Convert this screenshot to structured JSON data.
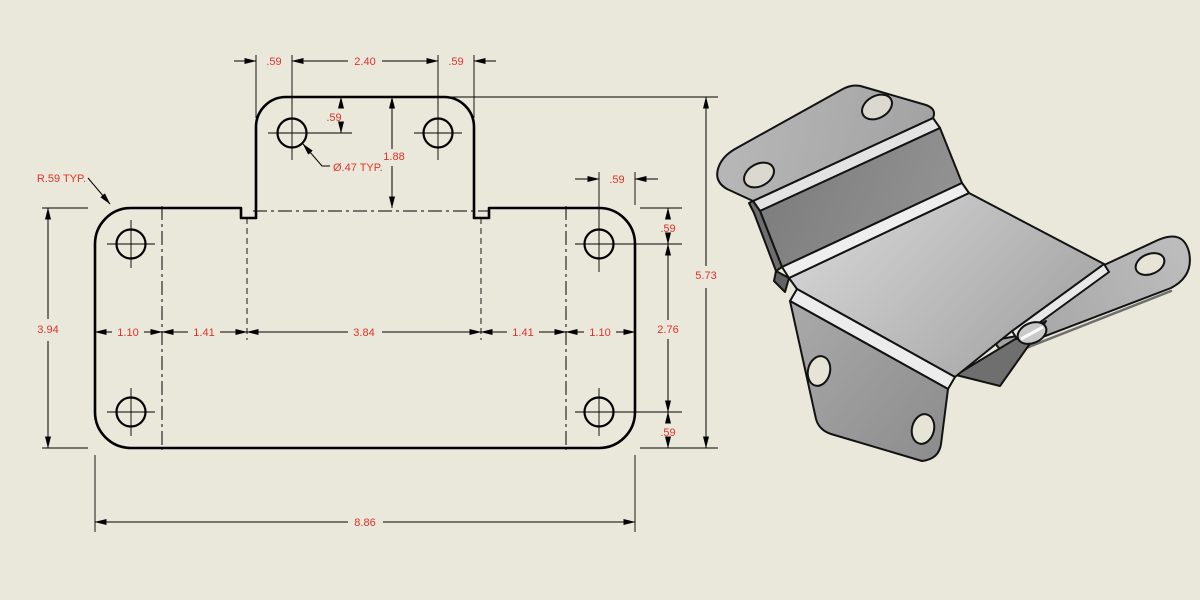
{
  "colors": {
    "background": "#eae8da",
    "line_color": "#000000",
    "dim_text_color": "#e0332a",
    "metal_light": "#cccccc",
    "metal_mid": "#a8a8a8",
    "metal_dark": "#7e7e7e",
    "bend_highlight": "#ececec"
  },
  "flat_view": {
    "annotations": {
      "corner_radius": "R.59 TYP.",
      "hole_diameter": "Ø.47 TYP."
    },
    "dims": {
      "tab_left": ".59",
      "tab_holes": "2.40",
      "tab_right": ".59",
      "tab_hole_top": ".59",
      "tab_height": "1.88",
      "right_hole_edge": ".59",
      "right_top": ".59",
      "right_span": "2.76",
      "right_bottom": ".59",
      "overall_height": "5.73",
      "left_height": "3.94",
      "chain": [
        "1.10",
        "1.41",
        "3.84",
        "1.41",
        "1.10"
      ],
      "overall_width": "8.86"
    }
  }
}
